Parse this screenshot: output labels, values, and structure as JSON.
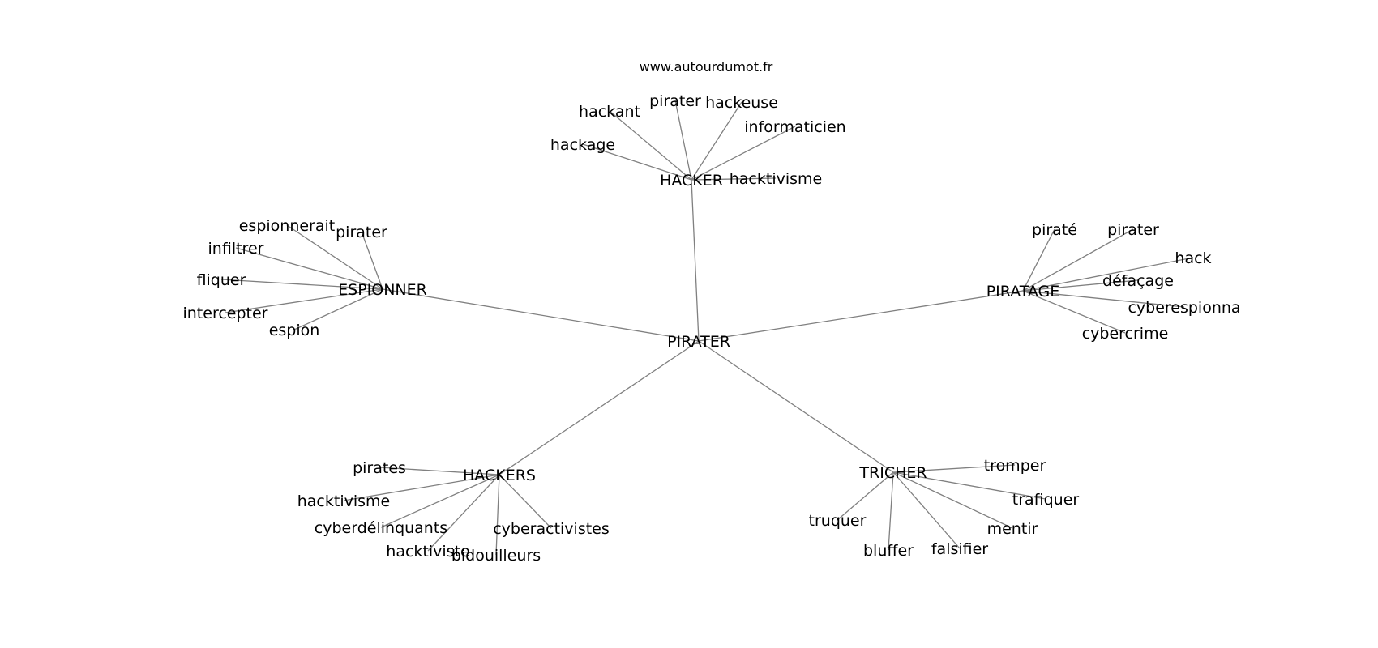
{
  "credit": "www.autourdumot.fr",
  "graph": {
    "root": "PIRATER",
    "hubs": [
      {
        "label": "HACKER",
        "words": [
          "hackant",
          "pirater",
          "hackeuse",
          "informaticien",
          "hackage",
          "hacktivisme"
        ]
      },
      {
        "label": "ESPIONNER",
        "words": [
          "espionnerait",
          "pirater",
          "infiltrer",
          "fliquer",
          "intercepter",
          "espion"
        ]
      },
      {
        "label": "PIRATAGE",
        "words": [
          "piraté",
          "pirater",
          "hack",
          "défaçage",
          "cyberespionna",
          "cybercrime"
        ]
      },
      {
        "label": "HACKERS",
        "words": [
          "pirates",
          "hacktivisme",
          "cyberdélinquants",
          "hacktiviste",
          "bidouilleurs",
          "cyberactivistes"
        ]
      },
      {
        "label": "TRICHER",
        "words": [
          "tromper",
          "trafiquer",
          "mentir",
          "falsifier",
          "bluffer",
          "truquer"
        ]
      }
    ]
  }
}
